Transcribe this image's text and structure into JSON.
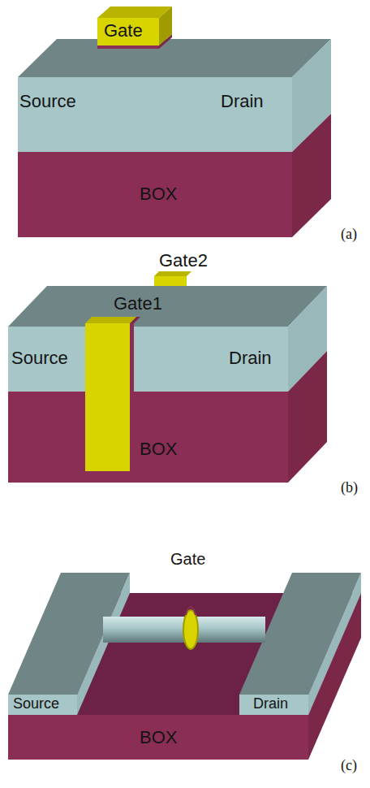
{
  "diagram": {
    "labels": [
      "Gate",
      "Source",
      "Drain",
      "BOX",
      "(a)",
      "Gate2",
      "Gate1",
      "Source",
      "Drain",
      "BOX",
      "(b)",
      "Gate",
      "Source",
      "Drain",
      "BOX",
      "(c)"
    ]
  }
}
